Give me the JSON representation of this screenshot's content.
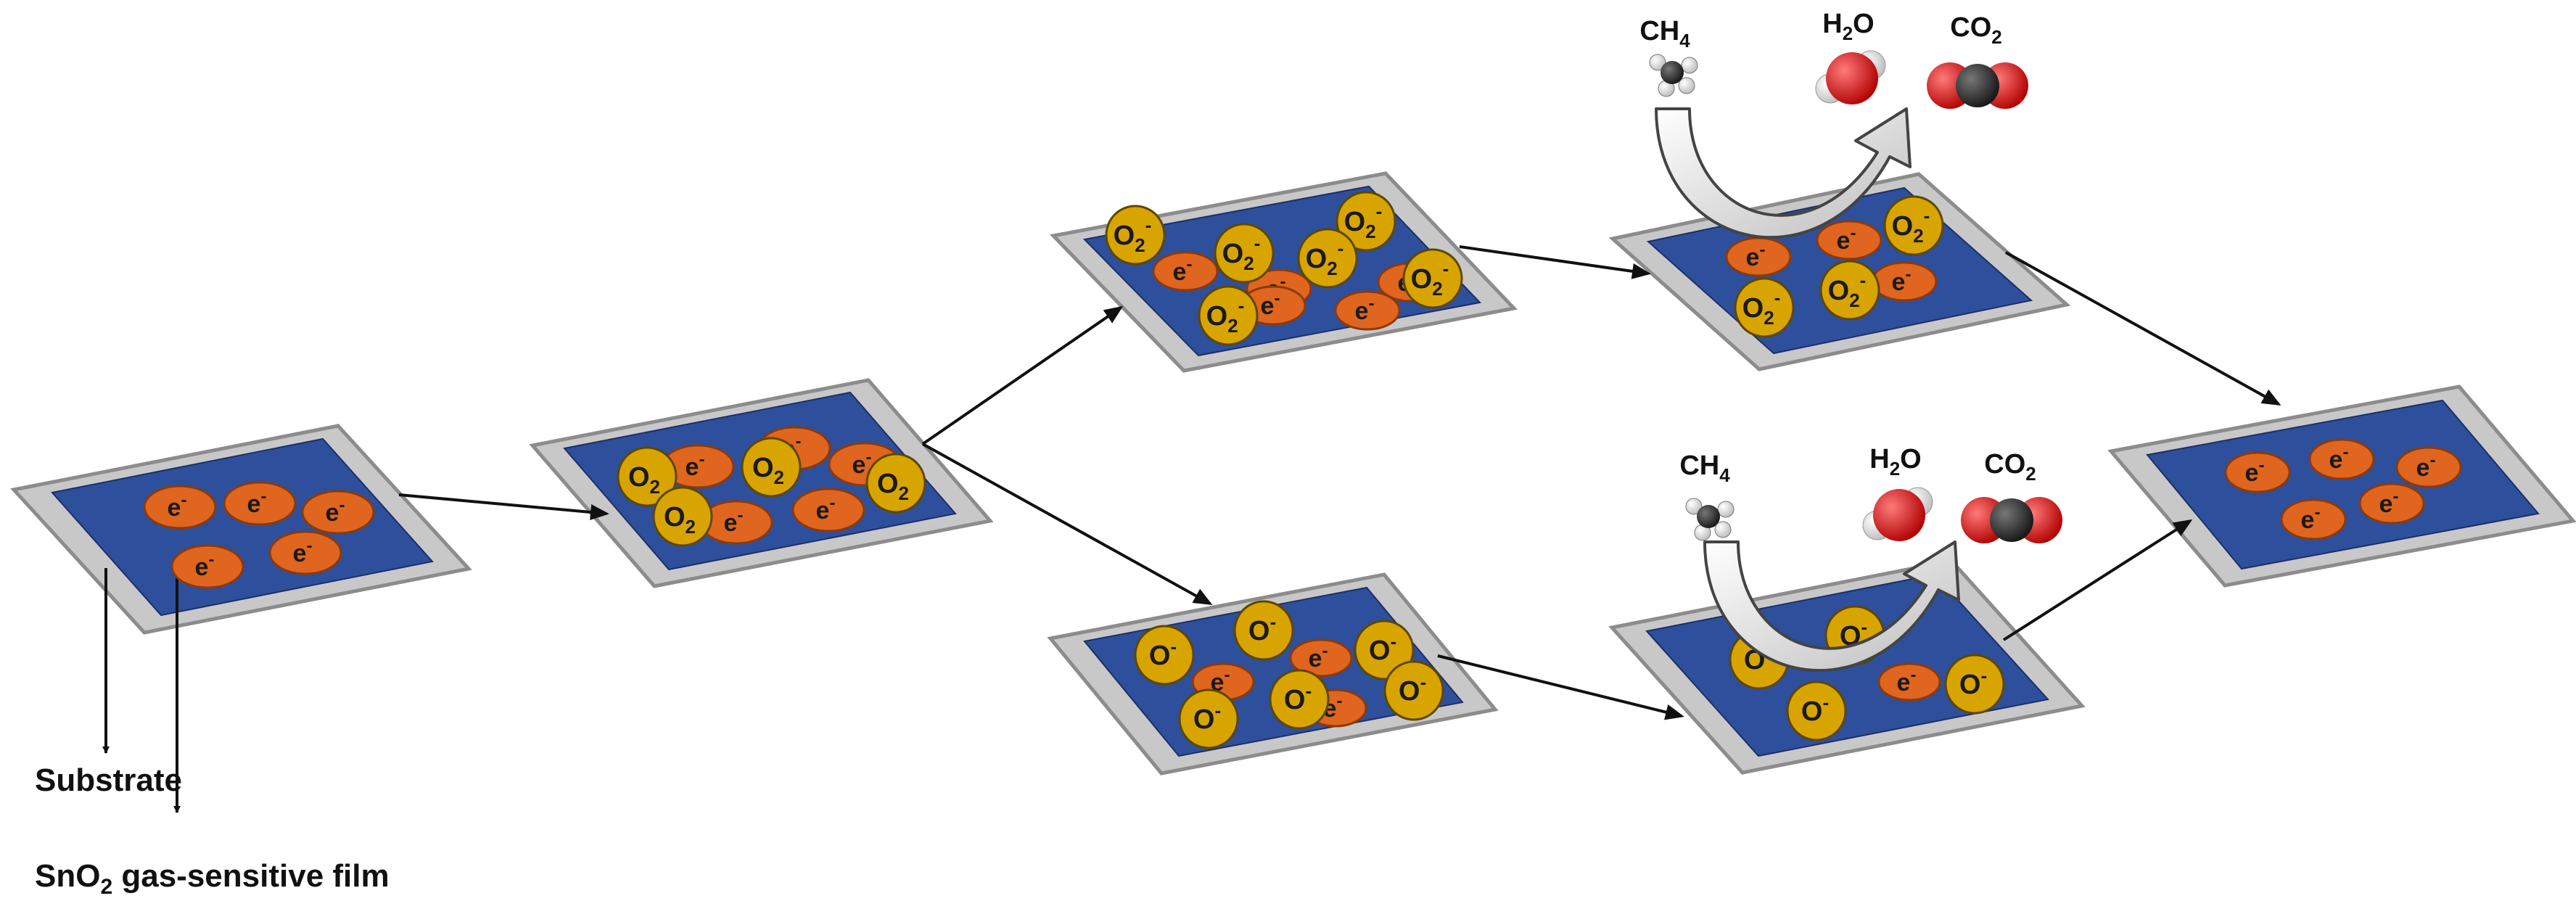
{
  "labels": {
    "substrate": "Substrate",
    "film_prefix": "SnO",
    "film_sub": "2",
    "film_suffix": " gas-sensitive film"
  },
  "species": {
    "electron": "e",
    "electron_charge": "-",
    "o2_base": "O",
    "o2_sub": "2",
    "o2_charge": "-",
    "o_base": "O",
    "o_charge": "-"
  },
  "molecules": {
    "ch4": {
      "base": "CH",
      "sub": "4"
    },
    "h2o": {
      "base": "H",
      "sub": "2",
      "tail": "O"
    },
    "co2": {
      "base": "CO",
      "sub": "2"
    }
  },
  "colors": {
    "plate_frame": "#c8c8c8",
    "plate_frame_edge": "#8c8c8c",
    "film": "#2e4f9c",
    "electron": "#e0651e",
    "oxygen_ion": "#d8a400",
    "arrow": "#111111",
    "oxygen_atom": "#d81c1c",
    "hydrogen_atom": "#f2f2f2",
    "carbon_atom": "#2b2b2b"
  }
}
